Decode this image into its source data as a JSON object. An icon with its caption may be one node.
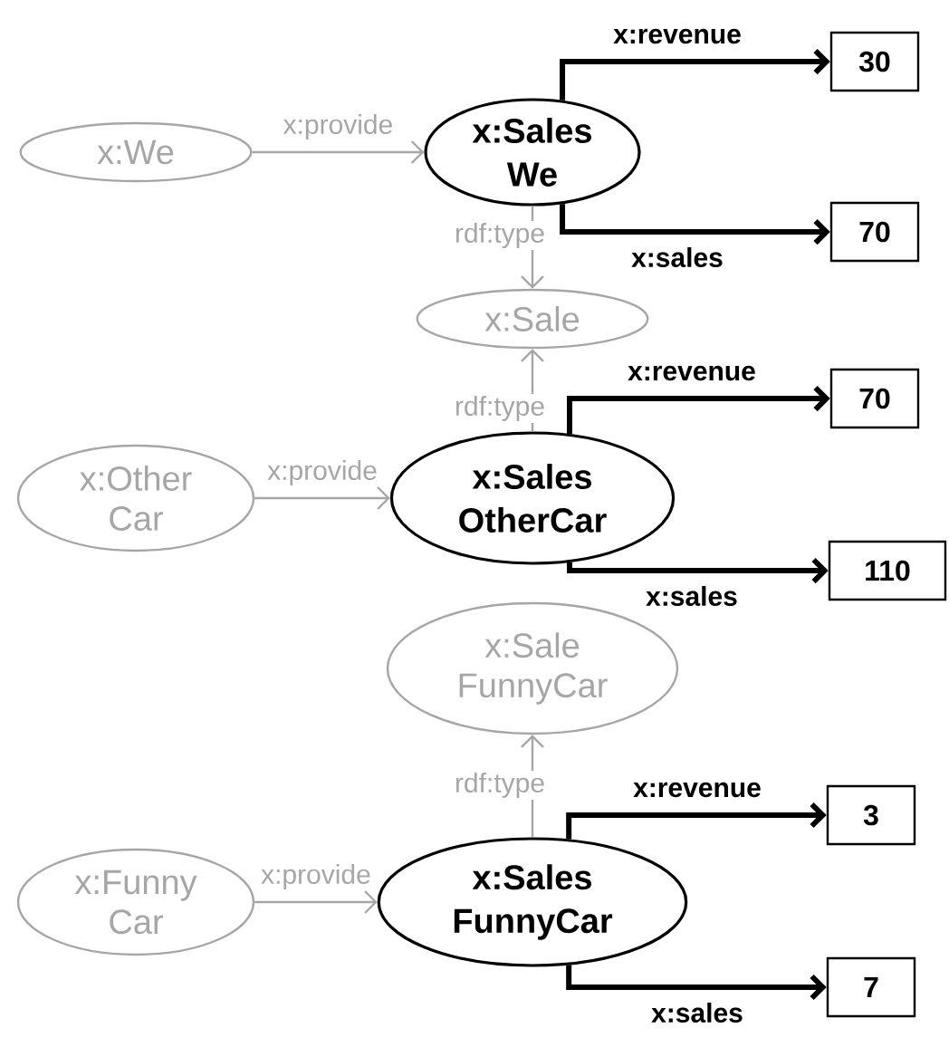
{
  "diagram": {
    "nodes": [
      {
        "text": [
          "x:We"
        ]
      },
      {
        "text": [
          "x:Sales We"
        ]
      },
      {
        "text": [
          "30"
        ]
      },
      {
        "text": [
          "70"
        ]
      },
      {
        "text": [
          "x:Sale"
        ]
      },
      {
        "text": [
          "x:Other Car"
        ]
      },
      {
        "text": [
          "x:Sales OtherCar"
        ]
      },
      {
        "text": [
          "70"
        ]
      },
      {
        "text": [
          "110"
        ]
      },
      {
        "text": [
          "x:Sale FunnyCar"
        ]
      },
      {
        "text": [
          "x:Funny Car"
        ]
      },
      {
        "text": [
          "x:Sales FunnyCar"
        ]
      },
      {
        "text": [
          "3"
        ]
      },
      {
        "text": [
          "7"
        ]
      }
    ],
    "edges": [
      {
        "from": 0,
        "to": 1,
        "arrow": "to",
        "label": "x:provide"
      },
      {
        "from": 1,
        "to": 2,
        "arrow": "to",
        "label": "x:revenue",
        "style": "thick",
        "color": "#000000"
      },
      {
        "from": 1,
        "to": 3,
        "arrow": "to",
        "label": "x:sales",
        "style": "thick",
        "color": "#000000"
      },
      {
        "from": 1,
        "to": 4,
        "arrow": "to",
        "label": "rdf:type"
      },
      {
        "from": 5,
        "to": 6,
        "arrow": "to",
        "label": "x:provide"
      },
      {
        "from": 6,
        "to": 4,
        "arrow": "to",
        "label": "rdf:type"
      },
      {
        "from": 6,
        "to": 7,
        "arrow": "to",
        "label": "x:revenue",
        "style": "thick",
        "color": "#000000"
      },
      {
        "from": 6,
        "to": 8,
        "arrow": "to",
        "label": "x:sales",
        "style": "thick",
        "color": "#000000"
      },
      {
        "from": 10,
        "to": 11,
        "arrow": "to",
        "label": "x:provide"
      },
      {
        "from": 11,
        "to": 9,
        "arrow": "to",
        "label": "rdf:type"
      },
      {
        "from": 11,
        "to": 12,
        "arrow": "to",
        "label": "x:revenue",
        "style": "thick",
        "color": "#000000"
      },
      {
        "from": 11,
        "to": 13,
        "arrow": "to",
        "label": "x:sales",
        "style": "thick",
        "color": "#000000"
      }
    ]
  }
}
